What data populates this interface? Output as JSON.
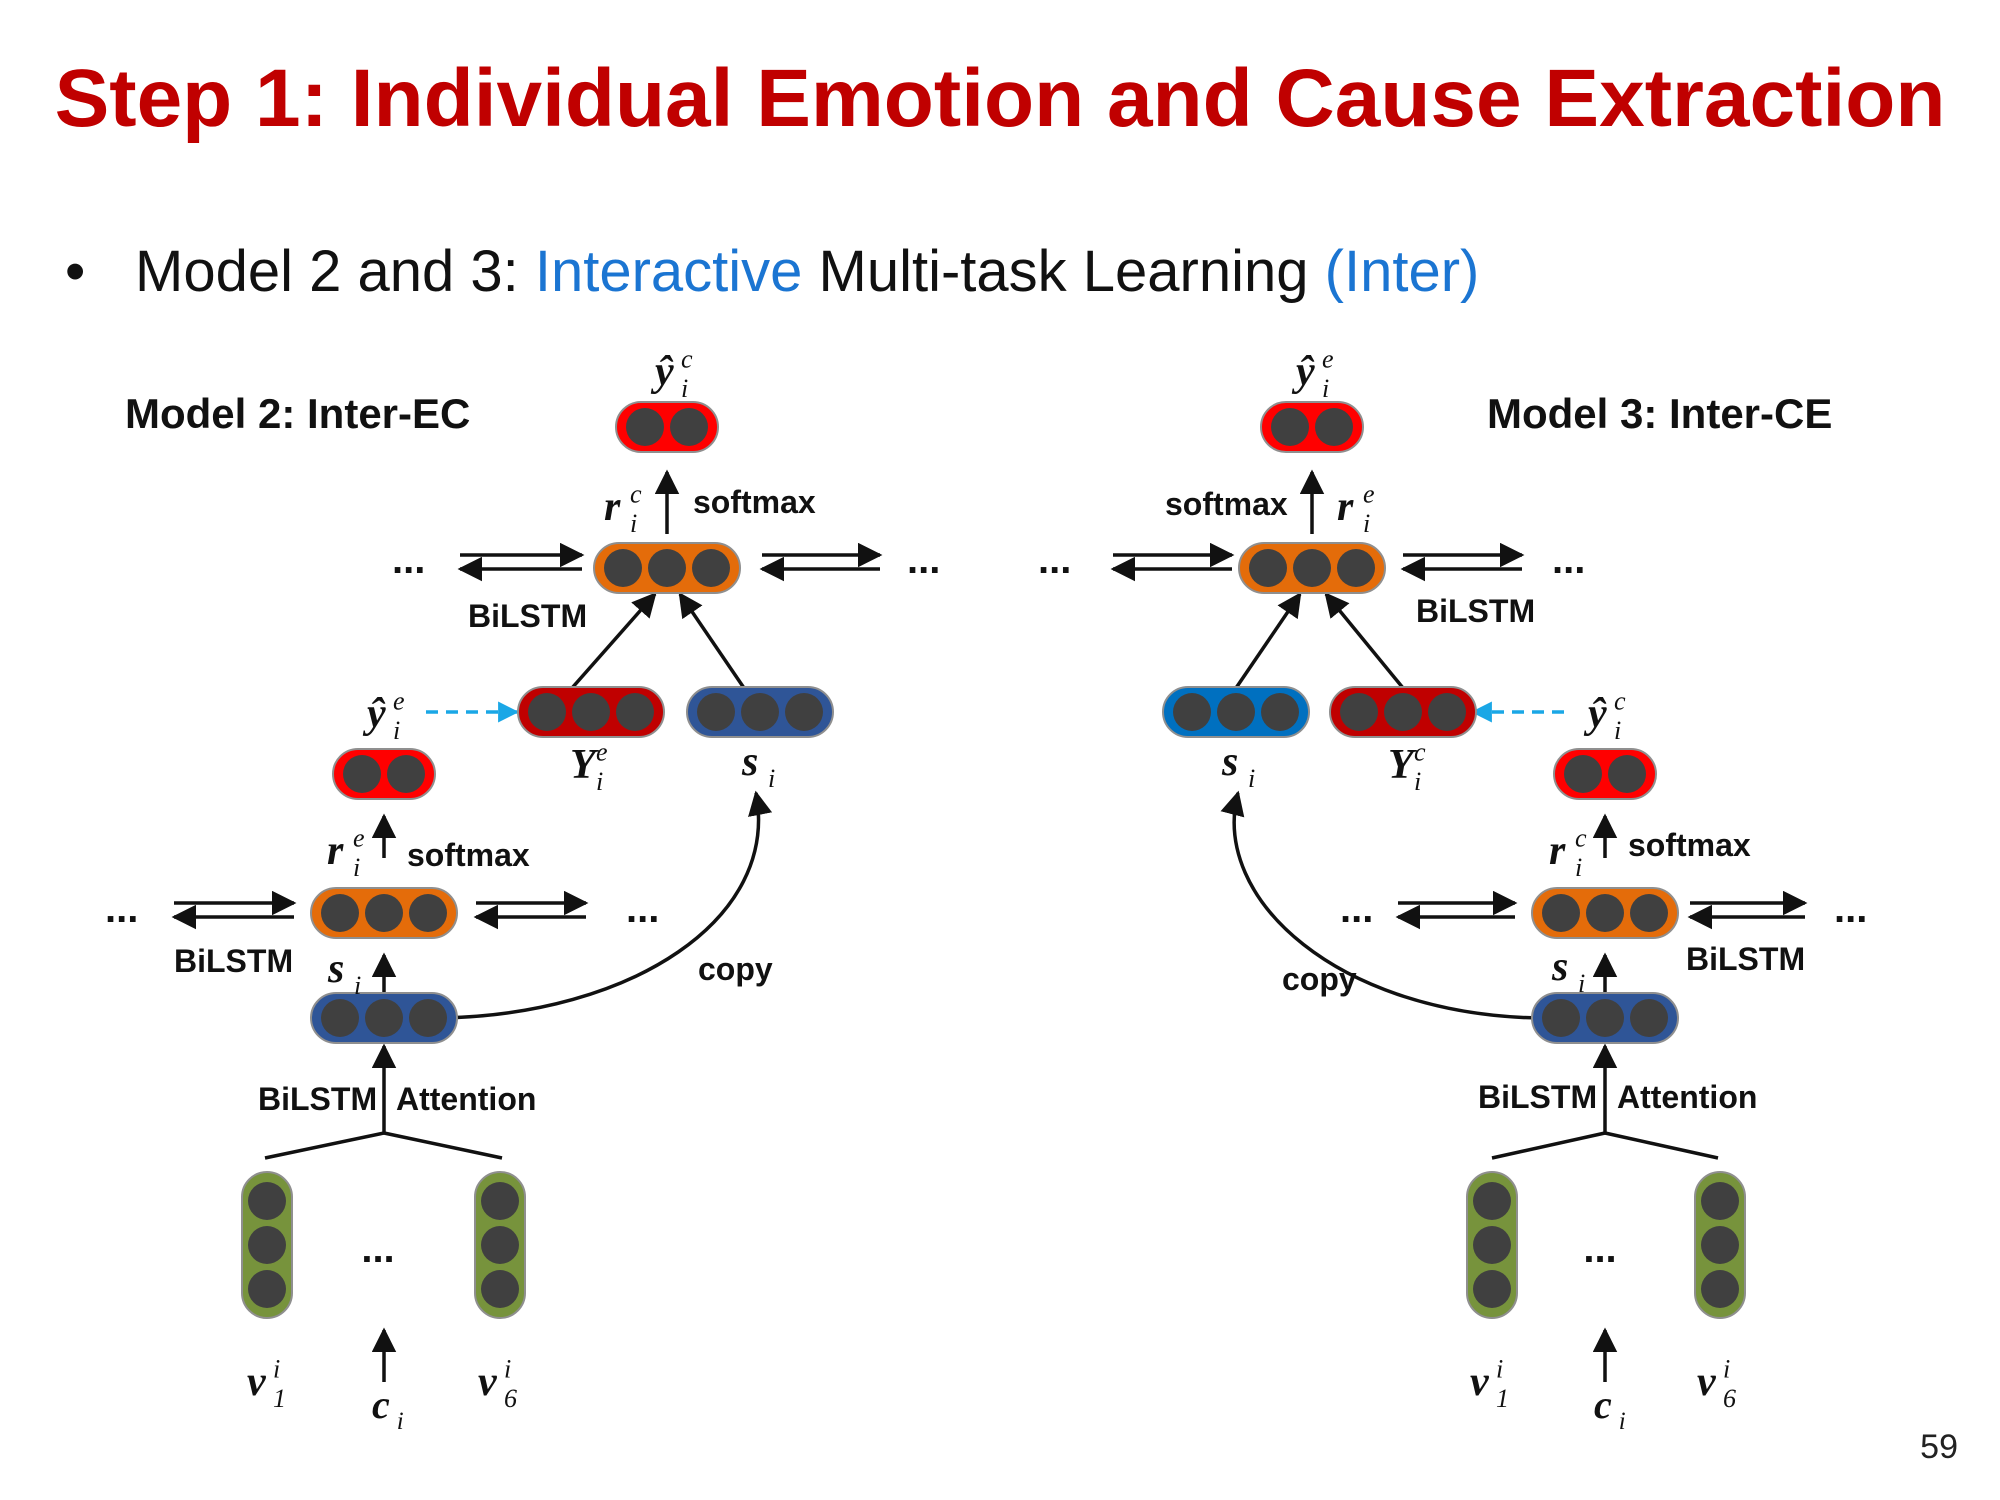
{
  "slide": {
    "title": "Step 1:  Individual Emotion and Cause Extraction",
    "bullet": {
      "prefix": "Model 2 and 3: ",
      "highlight": "Interactive",
      "middle": " Multi-task Learning ",
      "highlight2": "(Inter)"
    },
    "page_number": "59"
  },
  "colors": {
    "title": "#c00000",
    "highlight": "#1b75d2",
    "red_pill": "#ff0000",
    "dark_red_pill": "#c00000",
    "orange_pill": "#e46c0a",
    "blue_pill": "#2f5597",
    "bright_blue_pill": "#0070c0",
    "green_pill": "#77933c",
    "node": "#404040",
    "dashed_arrow": "#1aa7e6"
  },
  "model2": {
    "name": "Model 2: Inter-EC",
    "labels": {
      "softmax_top": "softmax",
      "softmax_bottom": "softmax",
      "bilstm_top": "BiLSTM",
      "bilstm_mid": "BiLSTM",
      "bilstm_attn": "BiLSTM",
      "attention": "Attention",
      "copy": "copy",
      "ellipsis": "..."
    },
    "math": {
      "top_output": {
        "base": "ŷ",
        "sup": "c",
        "sub": "i"
      },
      "top_rep": {
        "base": "r",
        "sup": "c",
        "sub": "i"
      },
      "mid_output": {
        "base": "ŷ",
        "sup": "e",
        "sub": "i"
      },
      "mid_rep": {
        "base": "r",
        "sup": "e",
        "sub": "i"
      },
      "Y": {
        "base": "Y",
        "sup": "e",
        "sub": "i"
      },
      "s_top": {
        "base": "s",
        "sub": "i"
      },
      "s_low": {
        "base": "s",
        "sub": "i"
      },
      "v1": {
        "base": "v",
        "sup": "i",
        "sub": "1"
      },
      "v6": {
        "base": "v",
        "sup": "i",
        "sub": "6"
      },
      "c": {
        "base": "c",
        "sub": "i"
      }
    }
  },
  "model3": {
    "name": "Model 3: Inter-CE",
    "labels": {
      "softmax_top": "softmax",
      "softmax_bottom": "softmax",
      "bilstm_top": "BiLSTM",
      "bilstm_mid": "BiLSTM",
      "bilstm_attn": "BiLSTM",
      "attention": "Attention",
      "copy": "copy",
      "ellipsis": "..."
    },
    "math": {
      "top_output": {
        "base": "ŷ",
        "sup": "e",
        "sub": "i"
      },
      "top_rep": {
        "base": "r",
        "sup": "e",
        "sub": "i"
      },
      "mid_output": {
        "base": "ŷ",
        "sup": "c",
        "sub": "i"
      },
      "mid_rep": {
        "base": "r",
        "sup": "c",
        "sub": "i"
      },
      "Y": {
        "base": "Y",
        "sup": "c",
        "sub": "i"
      },
      "s_top": {
        "base": "s",
        "sub": "i"
      },
      "s_low": {
        "base": "s",
        "sub": "i"
      },
      "v1": {
        "base": "v",
        "sup": "i",
        "sub": "1"
      },
      "v6": {
        "base": "v",
        "sup": "i",
        "sub": "6"
      },
      "c": {
        "base": "c",
        "sub": "i"
      }
    }
  }
}
